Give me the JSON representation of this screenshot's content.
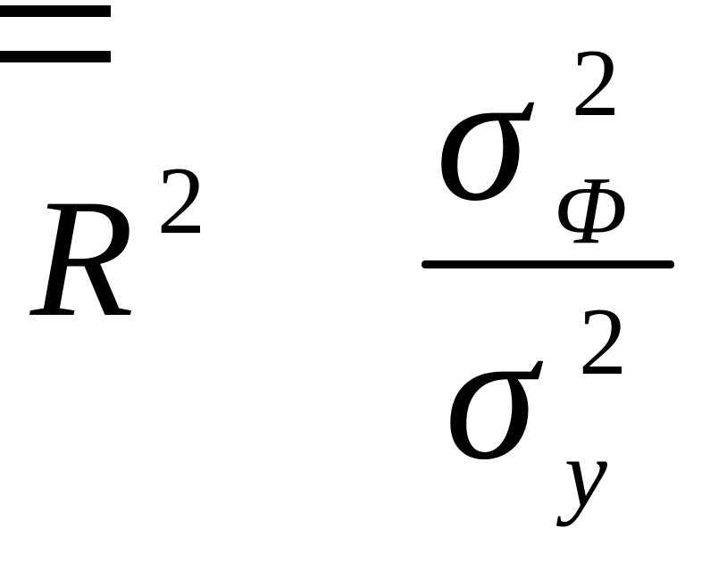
{
  "formula": {
    "lhs": {
      "base": "R",
      "superscript": "2"
    },
    "operator": "=",
    "numerator": {
      "base": "σ",
      "superscript": "2",
      "subscript": "Φ"
    },
    "denominator": {
      "base": "σ",
      "superscript": "2",
      "subscript": "y"
    }
  }
}
